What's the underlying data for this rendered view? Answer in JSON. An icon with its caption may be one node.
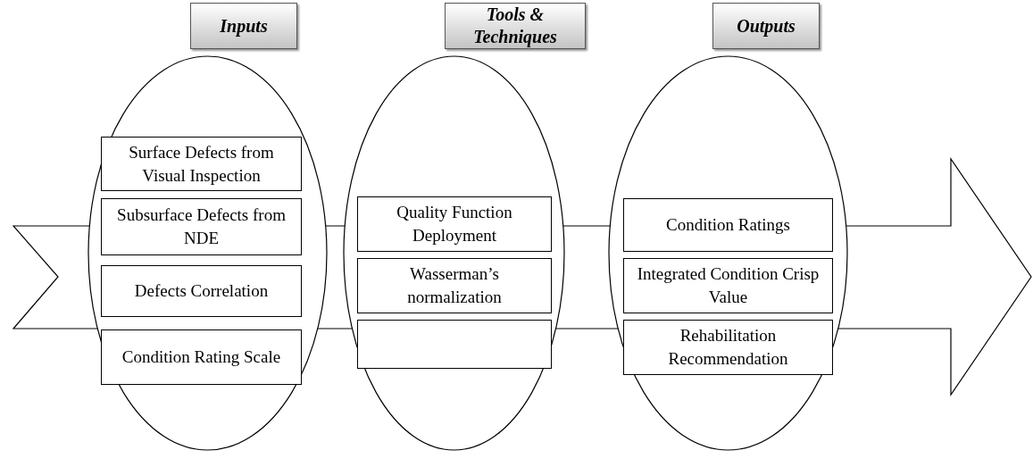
{
  "diagram": {
    "nodes": [
      {
        "text": [
          "Inputs"
        ]
      },
      {
        "text": [],
        "shape": "ellipse"
      },
      {
        "text": [
          "Surface Defects from Visual Inspection"
        ],
        "in": 1
      },
      {
        "text": [
          "Subsurface Defects from NDE"
        ],
        "in": 1
      },
      {
        "text": [
          "Defects Correlation"
        ],
        "in": 1
      },
      {
        "text": [
          "Condition Rating Scale"
        ],
        "in": 1
      },
      {
        "text": [
          "Tools & Techniques"
        ]
      },
      {
        "text": [],
        "shape": "ellipse"
      },
      {
        "text": [
          "Quality Function Deployment"
        ],
        "in": 7
      },
      {
        "text": [
          "Wasserman’s normalization"
        ],
        "in": 7
      },
      {
        "text": [],
        "shape": "box",
        "in": 7
      },
      {
        "text": [
          "Outputs"
        ]
      },
      {
        "text": [],
        "shape": "ellipse"
      },
      {
        "text": [
          "Condition Ratings"
        ],
        "in": 12
      },
      {
        "text": [
          "Integrated Condition Crisp Value"
        ],
        "in": 12
      },
      {
        "text": [
          "Rehabilitation Recommendation"
        ],
        "in": 12
      }
    ],
    "edges": []
  }
}
